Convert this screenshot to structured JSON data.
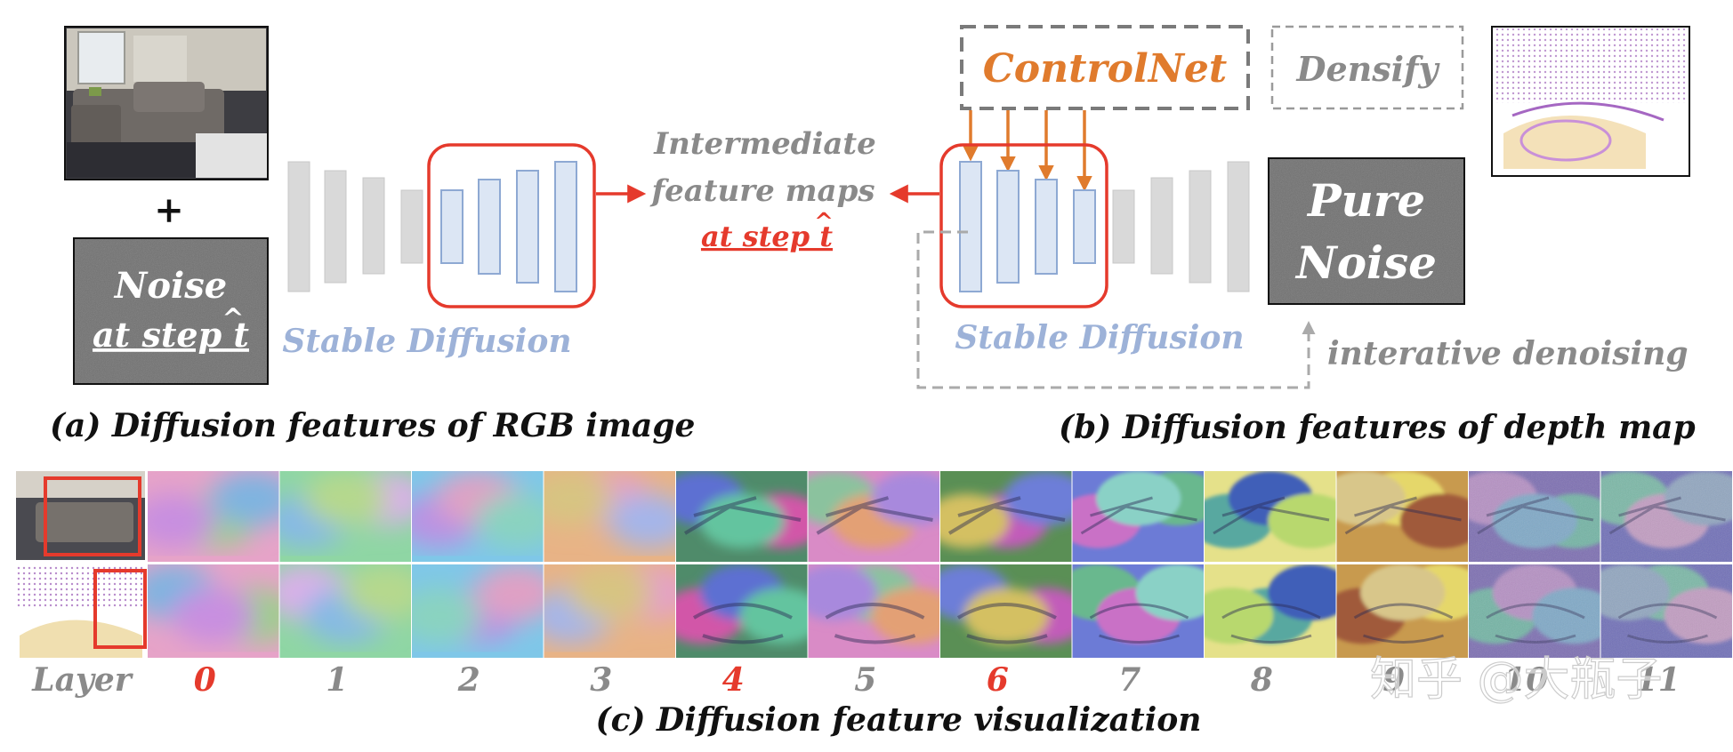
{
  "colors": {
    "accent_red": "#e53a2c",
    "controlnet_orange": "#e07b2d",
    "sd_blue": "#9db2d8",
    "block_fill": "#dce6f4",
    "block_stroke": "#8ea9d3",
    "gray_block": "#d9d9d9",
    "text_gray": "#8a8a8a",
    "noise_box": "#6d6d6d",
    "dash_gray": "#999999"
  },
  "panel_a": {
    "plus_sign": "+",
    "noise_line1": "Noise",
    "noise_line2": "at step t",
    "hat": "^",
    "sd_label": "Stable Diffusion",
    "caption": "(a) Diffusion features of RGB image"
  },
  "middle": {
    "line1": "Intermediate",
    "line2": "feature maps",
    "line3": "at step t",
    "hat": "^"
  },
  "panel_b": {
    "controlnet": "ControlNet",
    "densify": "Densify",
    "pure_noise_line1": "Pure",
    "pure_noise_line2": "Noise",
    "sd_label": "Stable Diffusion",
    "denoising": "interative denoising",
    "caption": "(b) Diffusion features of depth map"
  },
  "panel_c": {
    "layer_label": "Layer",
    "layers": [
      {
        "label": "0",
        "highlight": true
      },
      {
        "label": "1",
        "highlight": false
      },
      {
        "label": "2",
        "highlight": false
      },
      {
        "label": "3",
        "highlight": false
      },
      {
        "label": "4",
        "highlight": true
      },
      {
        "label": "5",
        "highlight": false
      },
      {
        "label": "6",
        "highlight": true
      },
      {
        "label": "7",
        "highlight": false
      },
      {
        "label": "8",
        "highlight": false
      },
      {
        "label": "9",
        "highlight": false
      },
      {
        "label": "10",
        "highlight": false
      },
      {
        "label": "11",
        "highlight": false
      }
    ],
    "caption": "(c) Diffusion feature visualization"
  },
  "watermark": "知乎 @大瓶子"
}
